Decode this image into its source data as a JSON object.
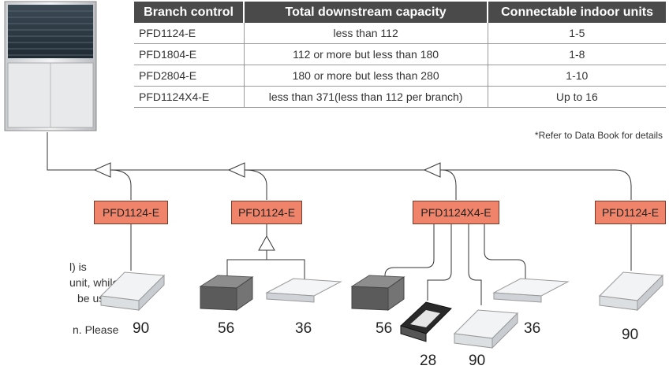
{
  "table": {
    "headers": [
      "Branch control",
      "Total downstream capacity",
      "Connectable indoor units"
    ],
    "rows": [
      [
        "PFD1124-E",
        "less than 112",
        "1-5"
      ],
      [
        "PFD1804-E",
        "112 or more but less than 180",
        "1-8"
      ],
      [
        "PFD2804-E",
        "180 or more but less than 280",
        "1-10"
      ],
      [
        "PFD1124X4-E",
        "less than 371(less than 112 per branch)",
        "Up to 16"
      ]
    ],
    "footnote": "*Refer to Data Book for details"
  },
  "side_text": {
    "l1": "l) is",
    "l2": "unit, while",
    "l3": "be used",
    "l4": "n. Please"
  },
  "branches": {
    "b1": "PFD1124-E",
    "b2": "PFD1124-E",
    "b3": "PFD1124X4-E",
    "b4": "PFD1124-E"
  },
  "capacities": {
    "u1": "90",
    "u2": "56",
    "u3": "36",
    "u4": "56",
    "u5": "28",
    "u6": "90",
    "u7": "36",
    "u8": "90"
  },
  "colors": {
    "branch_fill": "#f0846a",
    "header_fill": "#4a4a4a",
    "pipe": "#333333"
  },
  "icons": {
    "outdoor_unit": "outdoor-unit-icon",
    "cassette_unit": "ceiling-cassette-icon",
    "ducted_unit": "ducted-unit-icon",
    "ceiling_suspended_unit": "ceiling-suspended-icon",
    "branch_joint": "branch-joint-triangle-icon"
  }
}
